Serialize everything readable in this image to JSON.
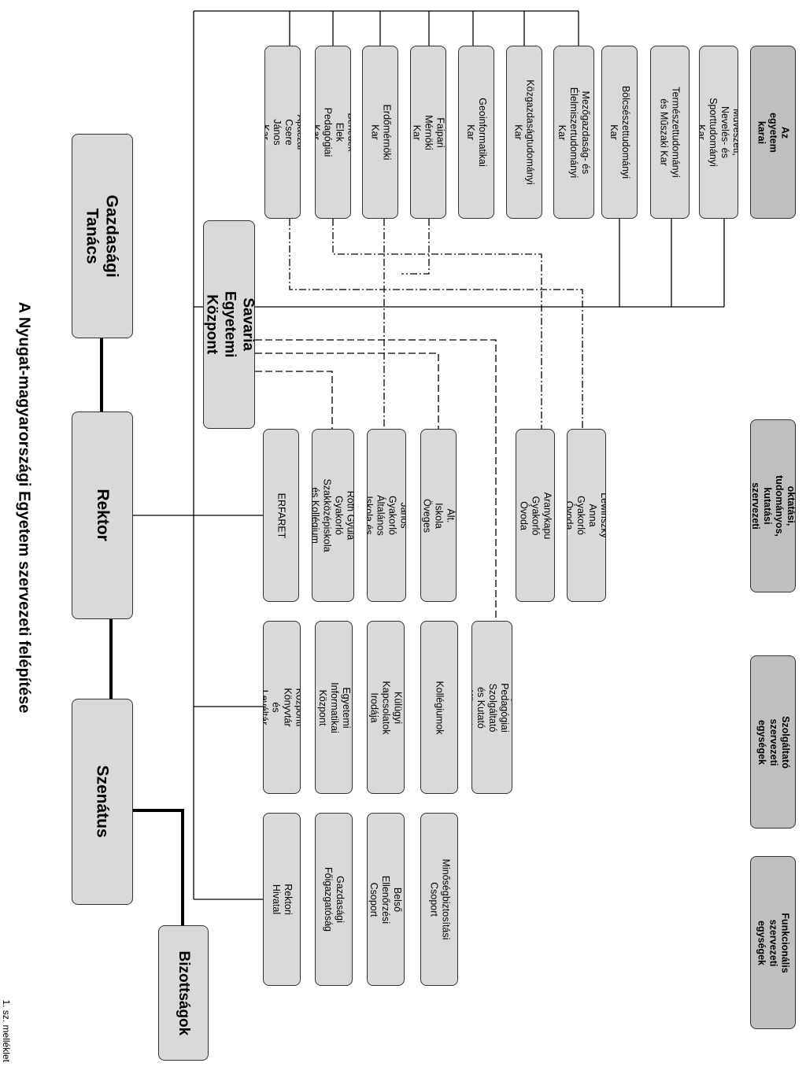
{
  "title": "A Nyugat-magyarországi Egyetem szervezeti felépítése",
  "annex_label": "1. sz. melléklet",
  "governance": {
    "council": "Gazdasági Tanács",
    "rector": "Rektor",
    "senate": "Szenátus",
    "committees": "Bizottságok",
    "savaria": "Savaria Egyetemi\nKözpont"
  },
  "faculties": [
    "Apáczai Csere János Kar",
    "Benedek Elek\nPedagógiai Kar",
    "Erdőmérnöki Kar",
    "Faipari Mérnöki Kar",
    "Geoinformatikai Kar",
    "Közgazdaságtudományi Kar",
    "Mezőgazdaság- és\nÉlelmiszertudományi Kar",
    "Bölcsészettudományi Kar",
    "Természettudományi\nés Műszaki Kar",
    "Művészeti, Nevelés- és\nSporttudományi Kar"
  ],
  "practice_units": [
    "ERFARET",
    "Roth Gyula Gyakorló\nSzakközépiskola és Kollégium",
    "Bolyai János Gyakorló Általános\nIskola és Gimnázium",
    "Gyakorló Ált. Iskola\nÖveges Kálmán",
    "Aranykapu Gyakorló Óvoda",
    "Lewinszky Anna\nGyakorló Óvoda"
  ],
  "service_units": [
    "Központi Könyvtár és\nLevéltár",
    "Egyetemi Informatikai\nKözpont",
    "Külügyi Kapcsolatok Irodája",
    "Kollégiumok",
    "Regionális Pedagógiai\nSzolgáltató és Kutató Központ"
  ],
  "functional_units": [
    "Rektori Hivatal",
    "Gazdasági Főigazgatóság",
    "Belső Ellenőrzési Csoport",
    "Minőségbiztosítási Csoport"
  ],
  "legend": {
    "faculties": "Az egyetem karai",
    "research": "Egyéb oktatási,\ntudományos,\nkutatási szervezeti egység",
    "service": "Szolgáltató szervezeti\negységek",
    "functional": "Funkcionális szervezeti\negységek"
  },
  "colors": {
    "box_fill": "#d9d9d9",
    "legend_fill": "#bfbfbf",
    "line": "#000000"
  }
}
